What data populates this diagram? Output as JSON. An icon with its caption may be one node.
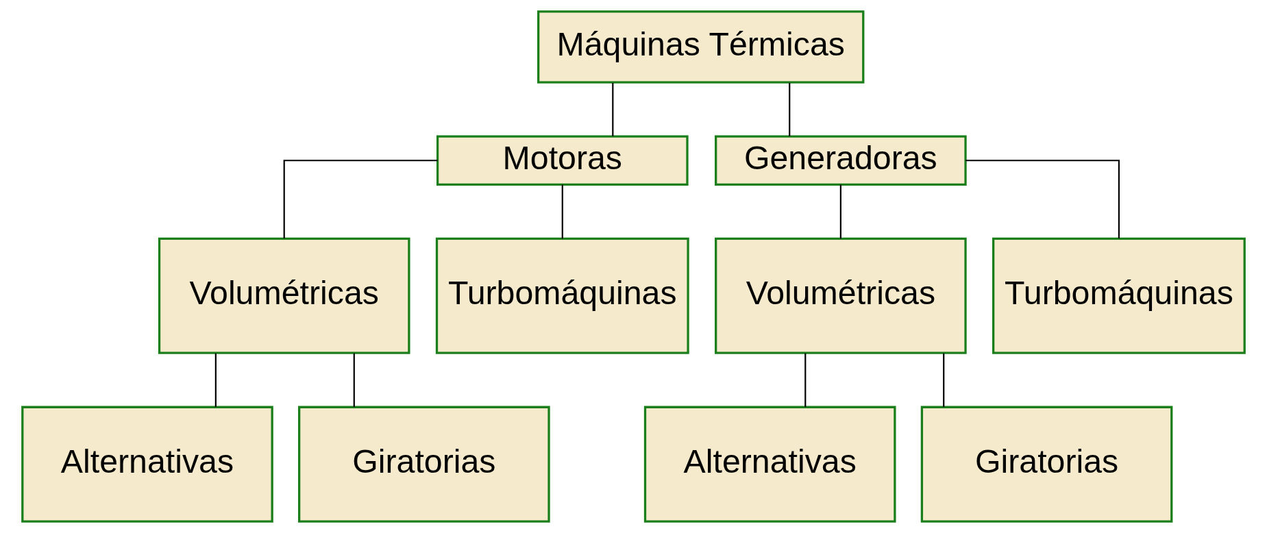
{
  "diagram": {
    "nodes": [
      {
        "text": [
          "Máquinas Térmicas"
        ]
      },
      {
        "text": [
          "Motoras"
        ]
      },
      {
        "text": [
          "Generadoras"
        ]
      },
      {
        "text": [
          "Volumétricas"
        ]
      },
      {
        "text": [
          "Turbomáquinas"
        ]
      },
      {
        "text": [
          "Volumétricas"
        ]
      },
      {
        "text": [
          "Turbomáquinas"
        ]
      },
      {
        "text": [
          "Alternativas"
        ]
      },
      {
        "text": [
          "Giratorias"
        ]
      },
      {
        "text": [
          "Alternativas"
        ]
      },
      {
        "text": [
          "Giratorias"
        ]
      }
    ],
    "edges": [
      {
        "from": 0,
        "to": 1,
        "arrow": "none"
      },
      {
        "from": 0,
        "to": 2,
        "arrow": "none"
      },
      {
        "from": 1,
        "to": 3,
        "arrow": "none"
      },
      {
        "from": 1,
        "to": 4,
        "arrow": "none"
      },
      {
        "from": 2,
        "to": 5,
        "arrow": "none"
      },
      {
        "from": 2,
        "to": 6,
        "arrow": "none"
      },
      {
        "from": 3,
        "to": 7,
        "arrow": "none"
      },
      {
        "from": 3,
        "to": 8,
        "arrow": "none"
      },
      {
        "from": 5,
        "to": 9,
        "arrow": "none"
      },
      {
        "from": 5,
        "to": 10,
        "arrow": "none"
      }
    ]
  }
}
